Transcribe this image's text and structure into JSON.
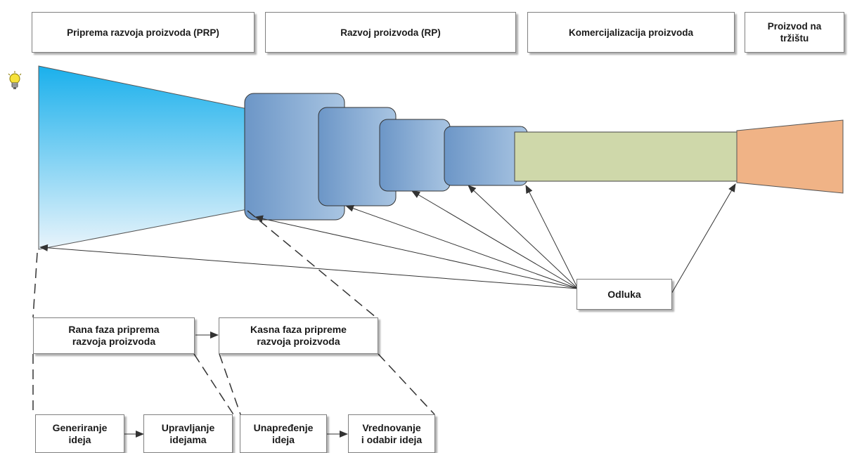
{
  "phases": [
    "Priprema razvoja proizvoda (PRP)",
    "Razvoj proizvoda (RP)",
    "Komercijalizacija proizvoda",
    "Proizvod na\ntržištu"
  ],
  "decision_label": "Odluka",
  "substages": {
    "early": "Rana faza priprema\nrazvoja proizvoda",
    "late": "Kasna faza pripreme\nrazvoja proizvoda"
  },
  "activities": [
    "Generiranje\nideja",
    "Upravljanje\nidejama",
    "Unapređenje\nideja",
    "Vrednovanje\ni odabir ideja"
  ],
  "icons": {
    "idea": "lightbulb-icon"
  },
  "colors": {
    "funnel_top": "#1ab0ec",
    "funnel_bottom": "#e6f3fb",
    "stage_light": "#a4c0df",
    "stage_dark": "#6f98c8",
    "commercialization": "#cfd8aa",
    "market": "#f0b386"
  }
}
